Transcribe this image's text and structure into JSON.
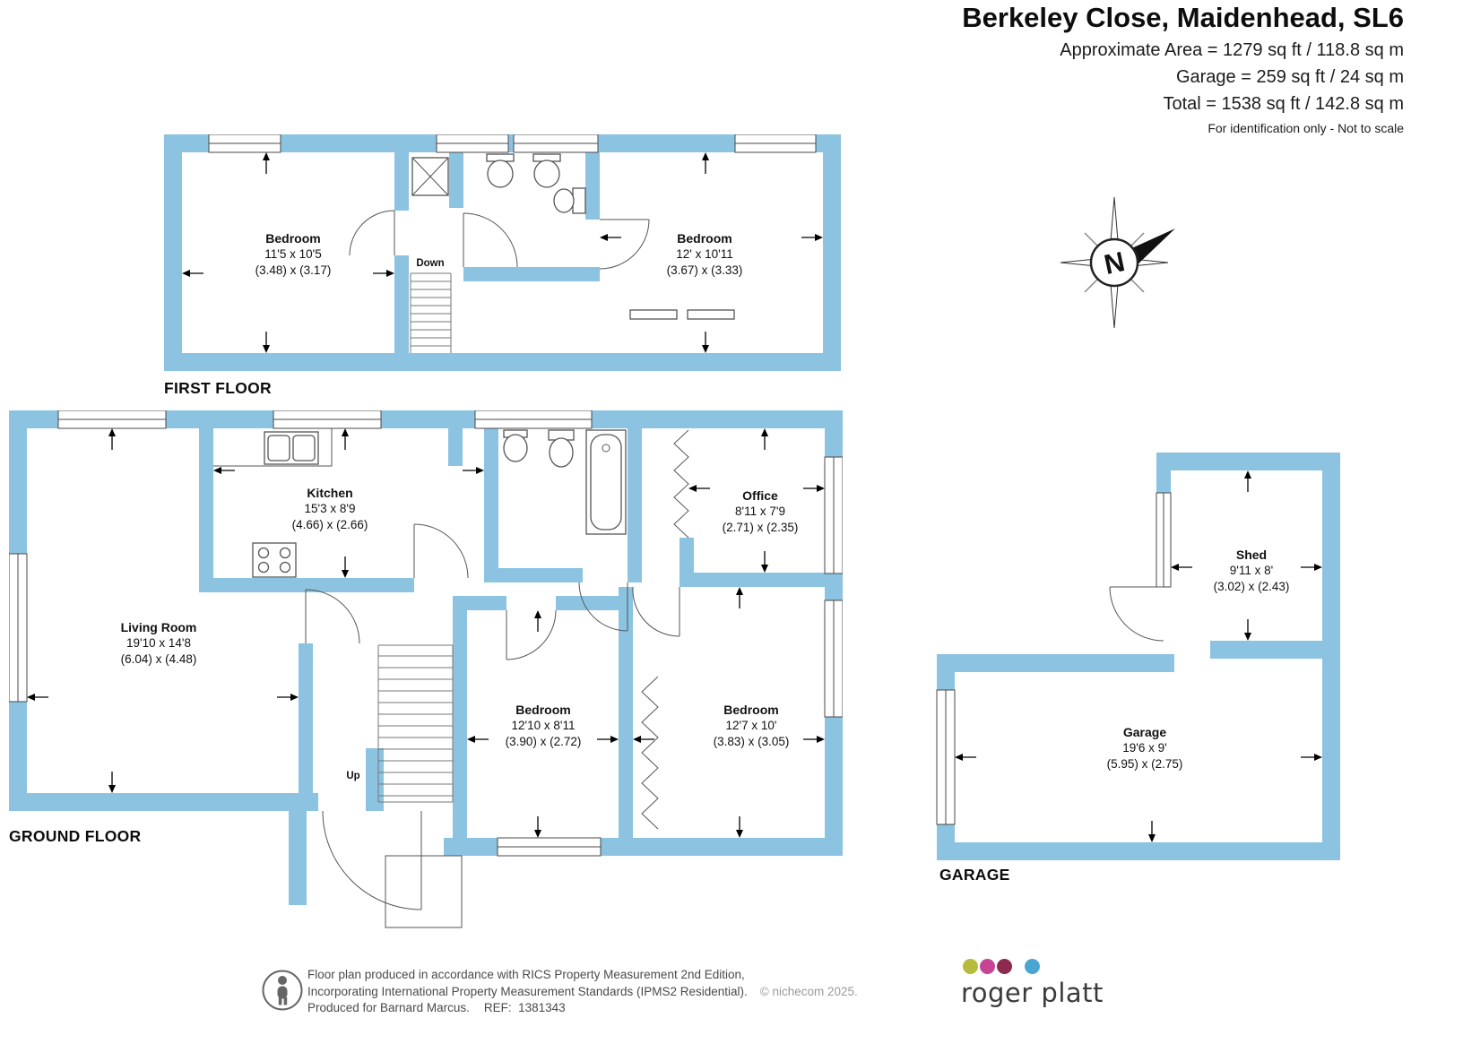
{
  "header": {
    "title": "Berkeley Close, Maidenhead, SL6",
    "area_lines": [
      "Approximate Area = 1279 sq ft / 118.8 sq m",
      "Garage = 259 sq ft / 24 sq m",
      "Total = 1538 sq ft / 142.8 sq m"
    ],
    "disclaimer": "For identification only - Not to scale"
  },
  "compass": {
    "north_label": "N"
  },
  "floors": {
    "first": {
      "label": "FIRST FLOOR",
      "stairs_label": "Down",
      "rooms": [
        {
          "name": "Bedroom",
          "imperial": "11'5 x 10'5",
          "metric": "(3.48) x (3.17)"
        },
        {
          "name": "Bedroom",
          "imperial": "12' x 10'11",
          "metric": "(3.67) x (3.33)"
        }
      ]
    },
    "ground": {
      "label": "GROUND FLOOR",
      "stairs_label": "Up",
      "rooms": [
        {
          "name": "Kitchen",
          "imperial": "15'3 x 8'9",
          "metric": "(4.66) x (2.66)"
        },
        {
          "name": "Living Room",
          "imperial": "19'10 x 14'8",
          "metric": "(6.04) x (4.48)"
        },
        {
          "name": "Office",
          "imperial": "8'11 x 7'9",
          "metric": "(2.71) x (2.35)"
        },
        {
          "name": "Bedroom",
          "imperial": "12'10 x 8'11",
          "metric": "(3.90) x (2.72)"
        },
        {
          "name": "Bedroom",
          "imperial": "12'7 x 10'",
          "metric": "(3.83) x (3.05)"
        }
      ]
    },
    "garage": {
      "label": "GARAGE",
      "rooms": [
        {
          "name": "Shed",
          "imperial": "9'11 x 8'",
          "metric": "(3.02) x (2.43)"
        },
        {
          "name": "Garage",
          "imperial": "19'6 x 9'",
          "metric": "(5.95) x (2.75)"
        }
      ]
    }
  },
  "footer": {
    "line1": "Floor plan produced in accordance with RICS Property Measurement 2nd Edition,",
    "line2": "Incorporating International Property Measurement Standards (IPMS2 Residential).",
    "copyright": "© nichecom 2025.",
    "line3": "Produced for Barnard Marcus.",
    "ref": "REF:  1381343",
    "logo_text": "roger platt"
  },
  "colors": {
    "wall": "#8BC3E1",
    "logo_dots": [
      "#b7bb3c",
      "#c64493",
      "#8e2a50",
      "#4aa5d2"
    ]
  }
}
